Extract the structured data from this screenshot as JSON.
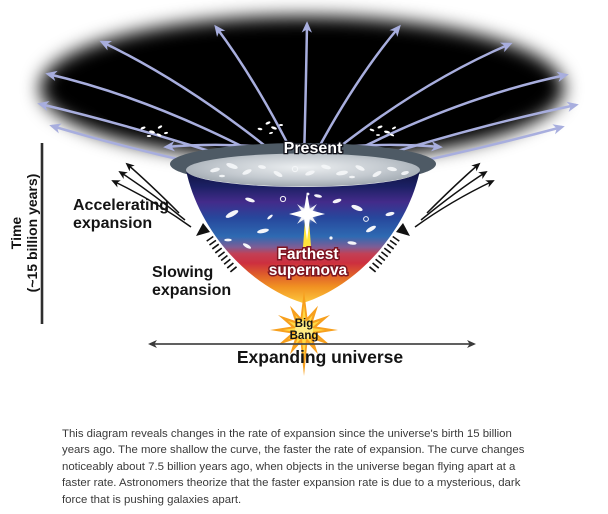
{
  "diagram": {
    "present": "Present",
    "accelerating": [
      "Accelerating",
      "expansion"
    ],
    "slowing": [
      "Slowing",
      "expansion"
    ],
    "farthest_supernova": [
      "Farthest",
      "supernova"
    ],
    "big_bang": [
      "Big",
      "Bang"
    ],
    "expanding_universe": "Expanding universe",
    "time_axis": [
      "Time",
      "(~15 billion years)"
    ]
  },
  "caption": {
    "lines": [
      "This diagram reveals changes in the rate of expansion since the universe's birth 15 billion",
      "years ago. The more shallow the curve, the faster the rate of expansion. The curve changes",
      "noticeably about 7.5 billion years ago, when objects in the universe began flying apart at a",
      "faster rate. Astronomers theorize that the faster expansion rate is due to a mysterious, dark",
      "force that is pushing galaxies apart."
    ]
  },
  "colors": {
    "arrow_lavender": "#a8aede",
    "black_disk": "#000000",
    "mouth_gray": "#bcc3c9",
    "slate_wall": "#4e5a65",
    "funnel_navy": "#10123f",
    "funnel_purple": "#432b8a",
    "funnel_blue": "#2e6ab2",
    "funnel_red": "#cd2f3f",
    "funnel_orange": "#f19222",
    "funnel_yellow": "#fdc83e",
    "big_bang_outer": "#f7a01e",
    "big_bang_inner": "#ffd943",
    "label_black": "#141414",
    "caption_gray": "#3a3a3a",
    "expanding_arrow_gray": "#4a4a4a"
  }
}
